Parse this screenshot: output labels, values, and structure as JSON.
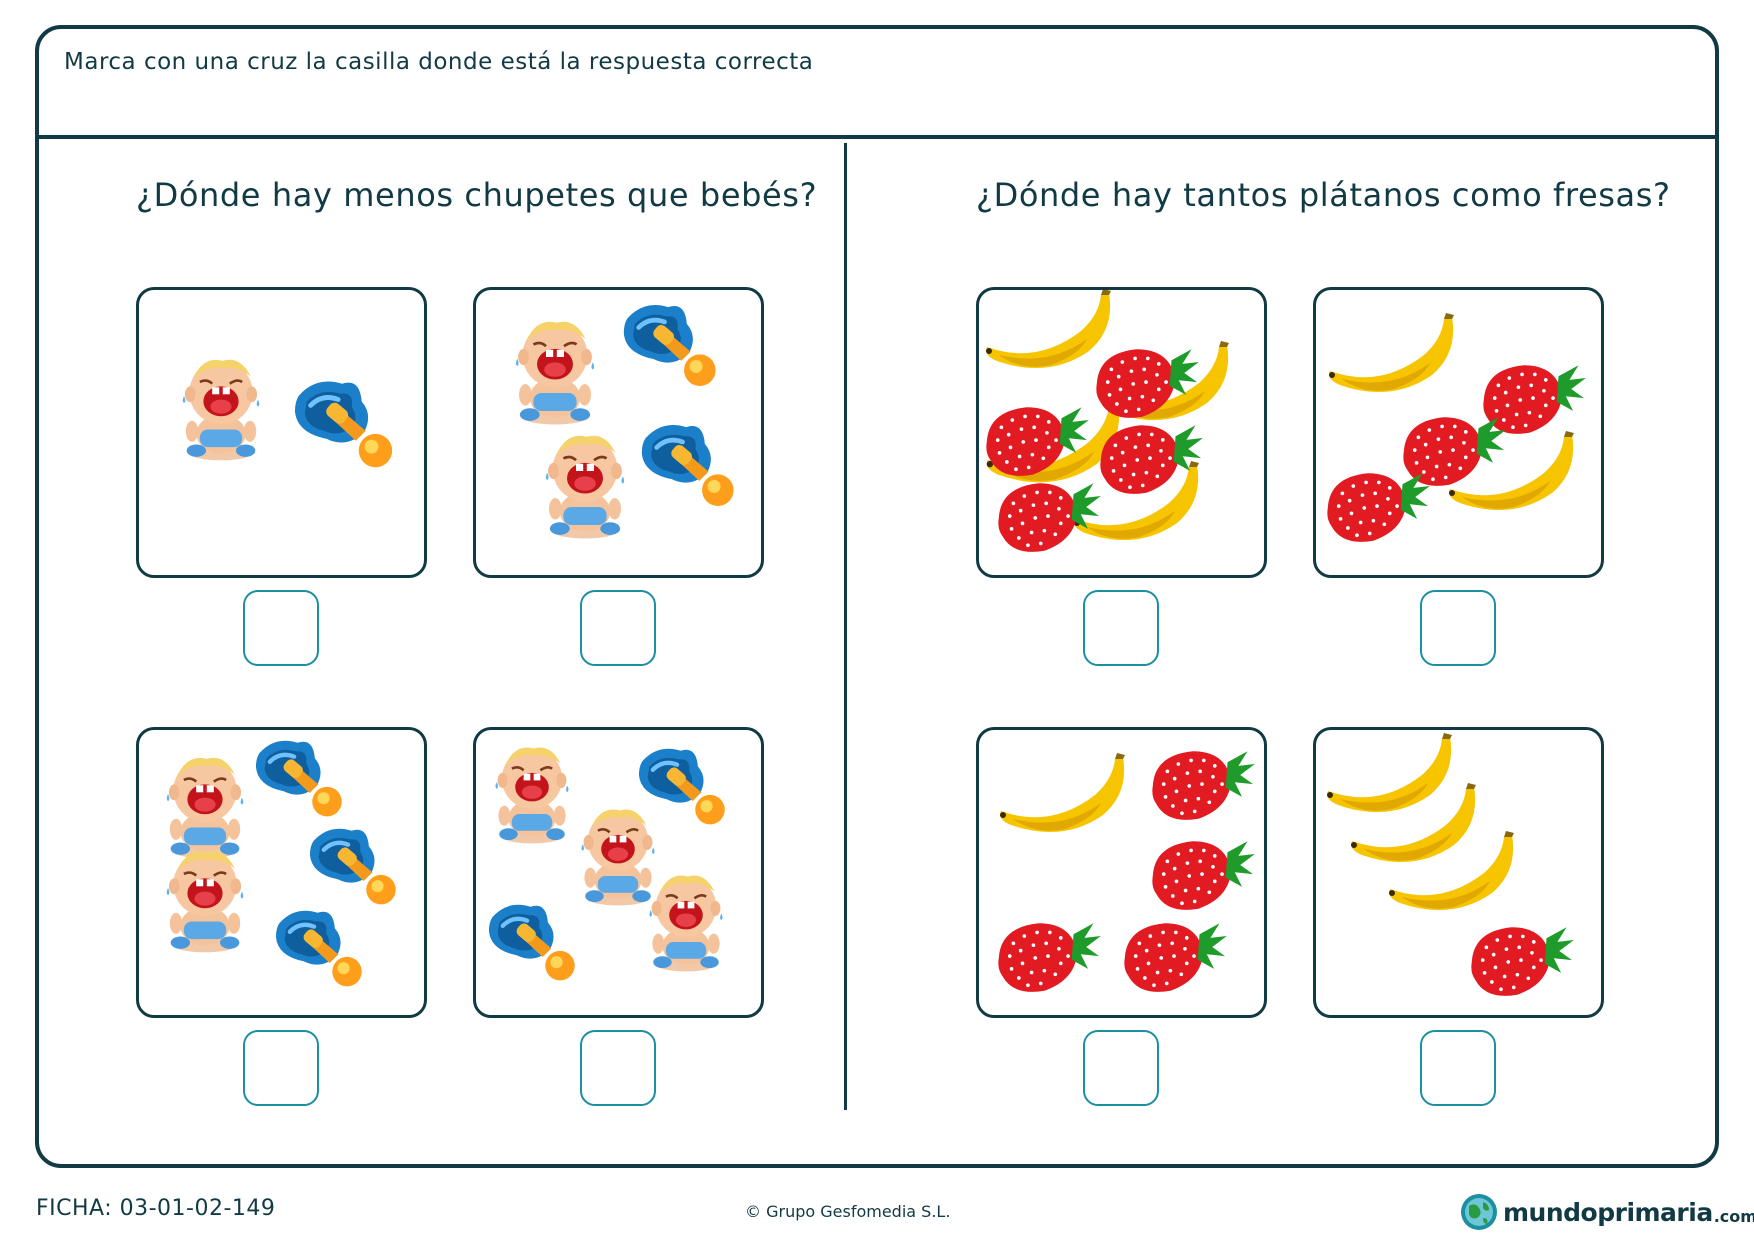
{
  "instruction": "Marca con una cruz la casilla donde está la respuesta correcta",
  "questions": [
    {
      "text": "¿Dónde hay menos chupetes que bebés?",
      "options": [
        {
          "babies": 1,
          "pacifiers": 1
        },
        {
          "babies": 2,
          "pacifiers": 2
        },
        {
          "babies": 2,
          "pacifiers": 3
        },
        {
          "babies": 3,
          "pacifiers": 2
        }
      ]
    },
    {
      "text": "¿Dónde hay tantos plátanos como fresas?",
      "options": [
        {
          "bananas": 4,
          "strawberries": 4
        },
        {
          "bananas": 2,
          "strawberries": 3
        },
        {
          "bananas": 1,
          "strawberries": 4
        },
        {
          "bananas": 3,
          "strawberries": 1
        }
      ]
    }
  ],
  "footer": {
    "ficha": "FICHA: 03-01-02-149",
    "copyright": "© Grupo Gesfomedia S.L.",
    "logo_text": "mundoprimaria",
    "logo_tld": ".com"
  },
  "icons": {
    "baby": "crying-baby-icon",
    "pacifier": "pacifier-icon",
    "banana": "banana-icon",
    "strawberry": "strawberry-icon",
    "logo": "globe-icon"
  },
  "colors": {
    "frame": "#123a44",
    "checkbox": "#1c8fa0",
    "pacifier": "#1b7fc9",
    "banana": "#f6c500",
    "strawberry": "#e21b23",
    "leaf": "#1e9b2a"
  }
}
